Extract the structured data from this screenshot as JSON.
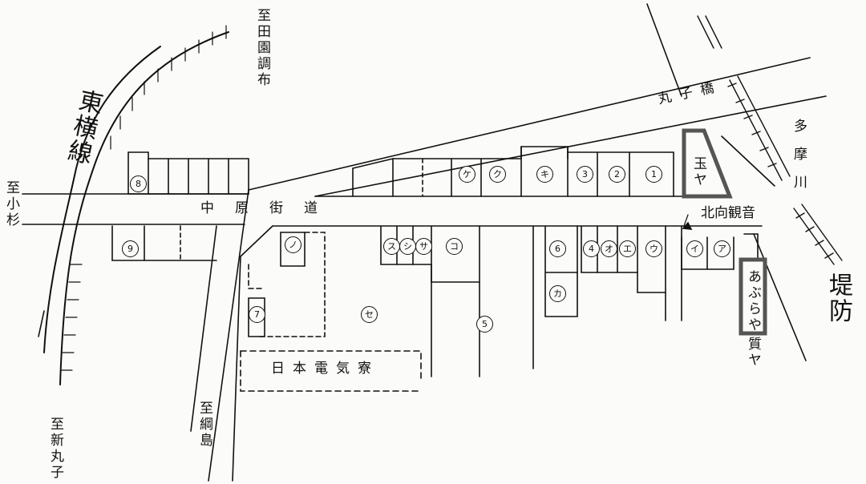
{
  "places": {
    "to_denen_chofu": "至田園調布",
    "to_kosugi": "至小杉",
    "to_shin_maruko": "至新丸子",
    "to_tsunashima": "至綱島",
    "maruko_bridge": "丸子橋",
    "tama_river": "多摩川",
    "nakahara_road": "中原街道",
    "toyoko_line": "東横線",
    "embankment": "堤防",
    "kitamuki_kannon": "北向観音",
    "tamaya": "玉ヤ",
    "aburaya": "あぶらや",
    "shichiya": "質ヤ",
    "nihon_denki_dormitory": "日本電気寮"
  },
  "markers": {
    "m1": "1",
    "m2": "2",
    "m3": "3",
    "m4": "4",
    "m5": "5",
    "m6": "6",
    "m7": "7",
    "m8": "8",
    "m9": "9",
    "a": "ア",
    "i": "イ",
    "u": "ウ",
    "e": "エ",
    "o": "オ",
    "ka": "カ",
    "ki": "キ",
    "ku": "ク",
    "ke": "ケ",
    "ko": "コ",
    "sa": "サ",
    "shi": "シ",
    "su": "ス",
    "se": "セ",
    "no": "ノ"
  },
  "colors": {
    "ink": "#111111",
    "paper": "#fbfbf9",
    "highlight": "#555555"
  }
}
